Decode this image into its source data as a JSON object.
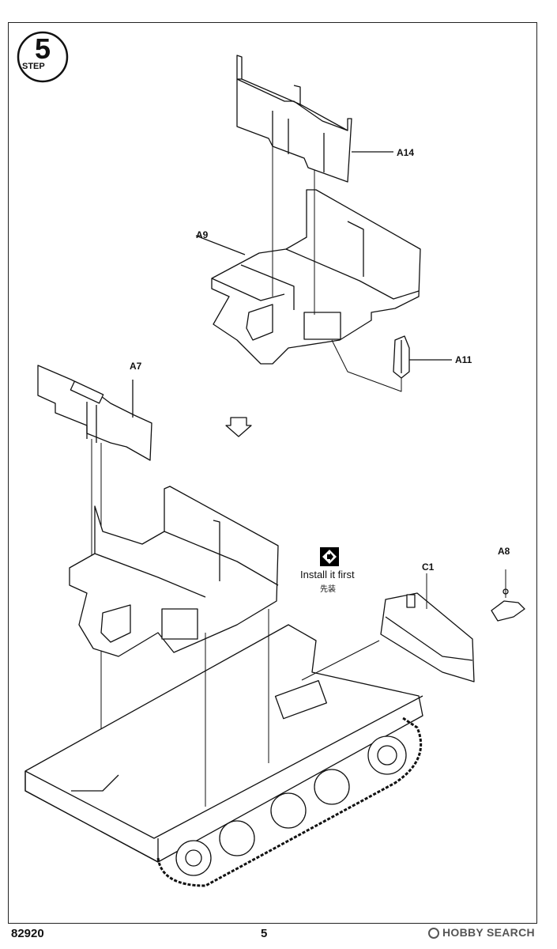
{
  "step": {
    "number": "5",
    "word": "STEP"
  },
  "parts": {
    "a14": "A14",
    "a9": "A9",
    "a11": "A11",
    "a7": "A7",
    "c1": "C1",
    "a8": "A8"
  },
  "note": {
    "text_en": "Install it first",
    "text_zh": "先装",
    "icon": "diamond-arrow-icon"
  },
  "footer": {
    "code": "82920",
    "page": "5"
  },
  "watermark": {
    "text": "HOBBY SEARCH",
    "logo_icon": "hobbysearch-logo-icon"
  }
}
